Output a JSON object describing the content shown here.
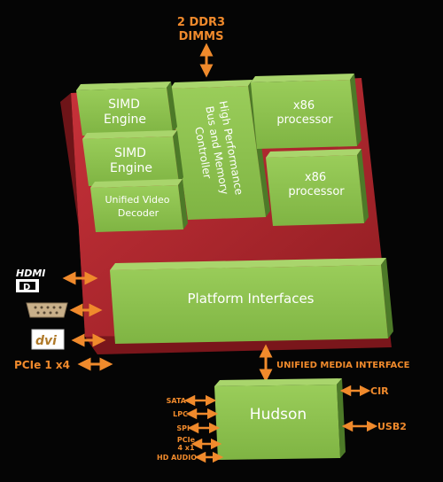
{
  "colors": {
    "background": "#050505",
    "block_green_face": "#8fc34f",
    "block_green_side": "#4d7a28",
    "block_green_top": "#a9d56c",
    "die_red": "#b3282d",
    "die_red_dark": "#6e1418",
    "arrow_orange": "#f08a2c",
    "label_white": "#ffffff"
  },
  "top_label": {
    "line1": "2 DDR3",
    "line2": "DIMMS"
  },
  "blocks": {
    "simd_engine_1": {
      "line1": "SIMD",
      "line2": "Engine"
    },
    "simd_engine_2": {
      "line1": "SIMD",
      "line2": "Engine"
    },
    "video_decoder": {
      "line1": "Unified Video",
      "line2": "Decoder"
    },
    "memory_controller": {
      "line1": "High Performance",
      "line2": "Bus and Memory",
      "line3": "Controller"
    },
    "x86_processor_1": {
      "line1": "x86",
      "line2": "processor"
    },
    "x86_processor_2": {
      "line1": "x86",
      "line2": "processor"
    },
    "platform_interfaces": {
      "label": "Platform Interfaces"
    },
    "hudson": {
      "label": "Hudson"
    }
  },
  "left_ports": {
    "hdmi_logo": "HDMI",
    "dp_logo": "D",
    "dvi_logo": "dvi",
    "pcie": "PCIe 1 x4"
  },
  "umi_label": "UNIFIED MEDIA INTERFACE",
  "hudson_left": [
    "SATA",
    "LPC",
    "SPI",
    "PCIe",
    "4 x1",
    "HD AUDIO"
  ],
  "hudson_right": [
    "CIR",
    "USB2"
  ],
  "icons": [
    "hdmi-logo-icon",
    "displayport-logo-icon",
    "vga-port-icon",
    "dvi-logo-icon",
    "double-arrow-icon"
  ]
}
